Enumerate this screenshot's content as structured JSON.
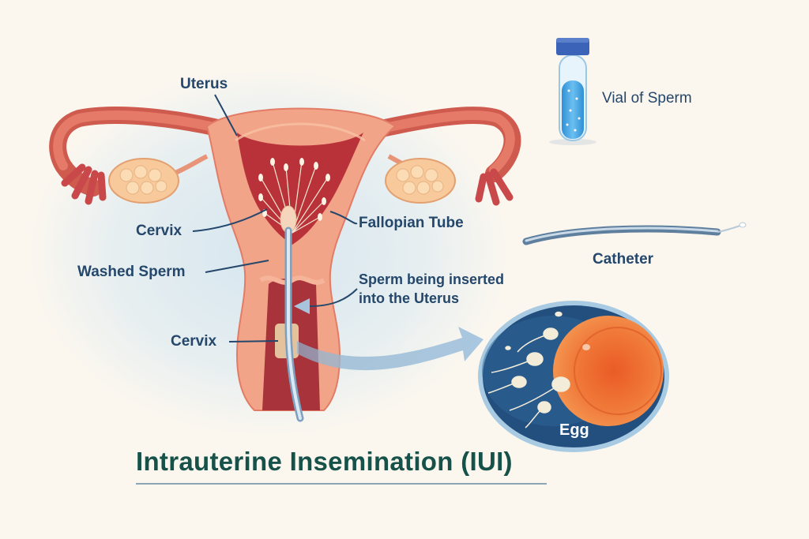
{
  "title": "Intrauterine Insemination (IUI)",
  "labels": {
    "uterus": "Uterus",
    "cervix_upper": "Cervix",
    "fallopian_tube": "Fallopian Tube",
    "washed_sperm": "Washed Sperm",
    "sperm_inserted_line1": "Sperm being inserted",
    "sperm_inserted_line2": "into the Uterus",
    "cervix_lower": "Cervix",
    "vial": "Vial of Sperm",
    "catheter": "Catheter",
    "egg": "Egg"
  },
  "colors": {
    "background": "#fbf7ef",
    "label_text": "#24476b",
    "title_text": "#17524a",
    "uterus_tissue": "#f2a488",
    "uterus_inner": "#b9323a",
    "ovary": "#f7c99b",
    "vial_liquid": "#3d9fe0",
    "vial_cap": "#3b63b8",
    "egg": "#f07a3a",
    "egg_bg": "#234f7f"
  }
}
